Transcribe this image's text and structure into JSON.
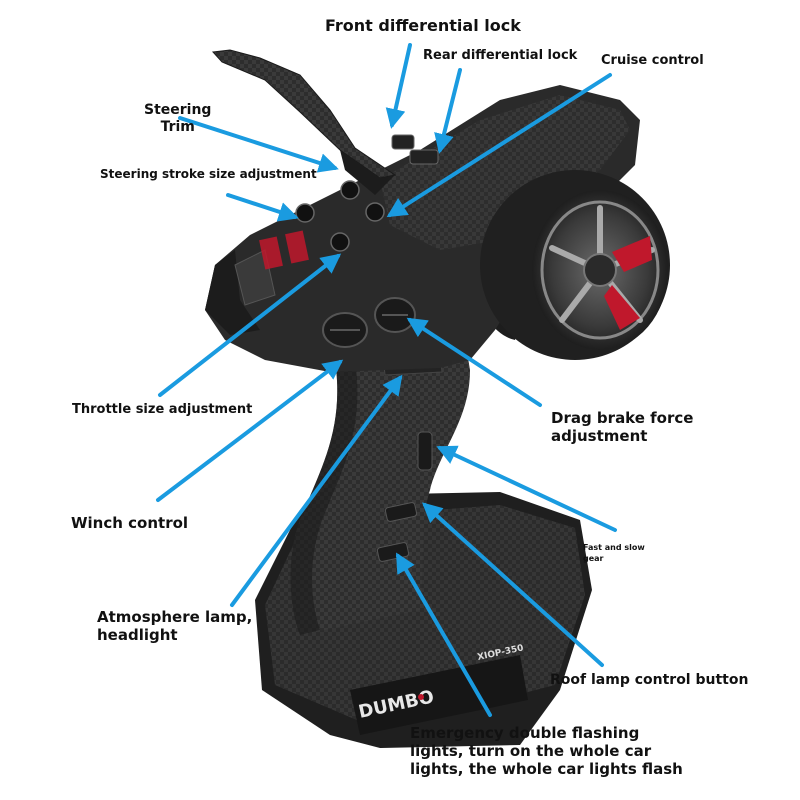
{
  "labels": {
    "front_diff_lock": "Front differential lock",
    "rear_diff_lock": "Rear differential lock",
    "cruise_control": "Cruise control",
    "steering_trim_1": "Steering",
    "steering_trim_2": "Trim",
    "steering_stroke": "Steering stroke size adjustment",
    "throttle_size": "Throttle size adjustment",
    "drag_brake_1": "Drag brake force",
    "drag_brake_2": "adjustment",
    "winch": "Winch control",
    "fast_slow_1": "Fast and slow",
    "fast_slow_2": "gear",
    "atmosphere_1": "Atmosphere lamp,",
    "atmosphere_2": "headlight",
    "roof_lamp": "Roof lamp control button",
    "emergency_1": "Emergency double flashing",
    "emergency_2": "lights, turn on the whole car",
    "emergency_3": "lights, the whole car lights flash"
  },
  "product": {
    "brand": "DUMBO",
    "model": "XIOP-350"
  },
  "colors": {
    "arrow": "#1a9be0",
    "body": "#2b2b2b",
    "label": "#111111",
    "accent": "#c0182c"
  }
}
